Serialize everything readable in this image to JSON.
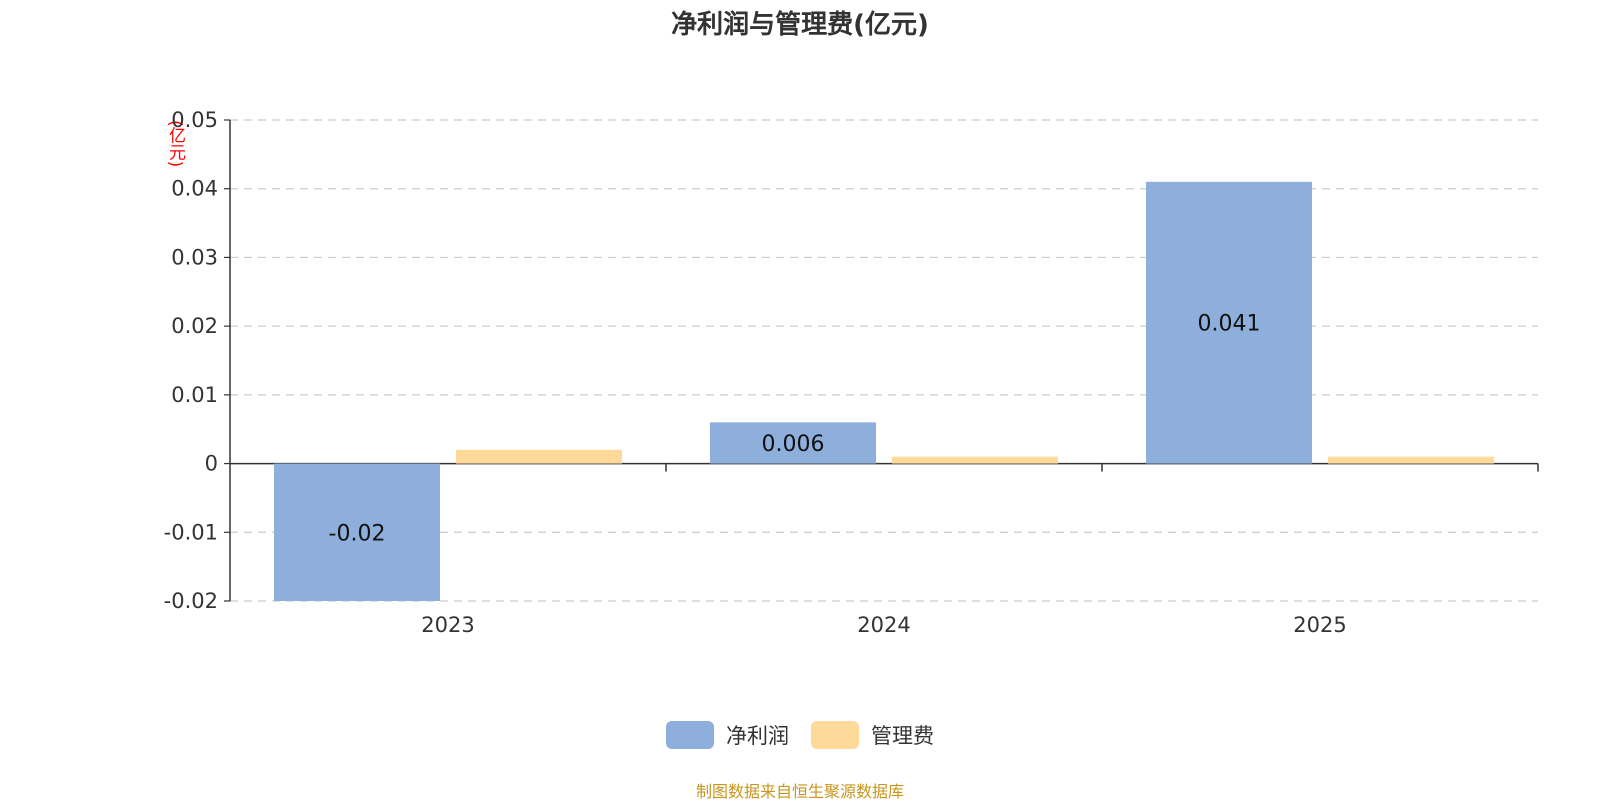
{
  "title": "净利润与管理费(亿元)",
  "unit": "(亿元)",
  "source": "制图数据来自恒生聚源数据库",
  "chart_data": {
    "type": "bar",
    "title": "净利润与管理费(亿元)",
    "ylabel": "(亿元)",
    "categories": [
      "2023",
      "2024",
      "2025"
    ],
    "ylim": [
      -0.02,
      0.05
    ],
    "yticks": [
      {
        "value": -0.02,
        "label": "-0.02"
      },
      {
        "value": -0.01,
        "label": "-0.01"
      },
      {
        "value": 0,
        "label": "0"
      },
      {
        "value": 0.01,
        "label": "0.01"
      },
      {
        "value": 0.02,
        "label": "0.02"
      },
      {
        "value": 0.03,
        "label": "0.03"
      },
      {
        "value": 0.04,
        "label": "0.04"
      },
      {
        "value": 0.05,
        "label": "0.05"
      }
    ],
    "grid": true,
    "legend_position": "bottom",
    "series": [
      {
        "name": "净利润",
        "color": "#8eaedb",
        "values": [
          -0.02,
          0.006,
          0.041
        ],
        "labels": [
          "-0.02",
          "0.006",
          "0.041"
        ]
      },
      {
        "name": "管理费",
        "color": "#fdd99a",
        "values": [
          0.002,
          0.001,
          0.001
        ],
        "labels": [
          "",
          "",
          ""
        ]
      }
    ]
  }
}
